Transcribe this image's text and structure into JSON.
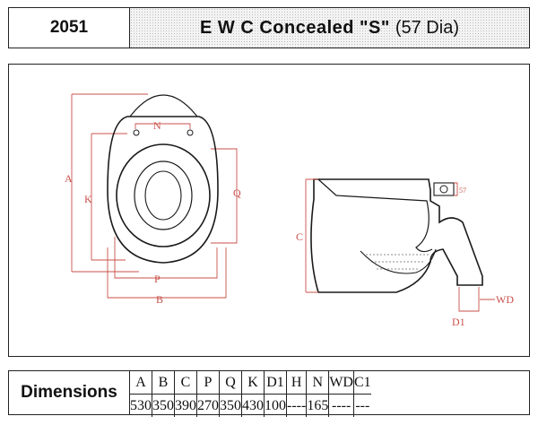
{
  "header": {
    "code": "2051",
    "title_bold": "E W C Concealed \"S\"",
    "title_light": "(57 Dia)"
  },
  "drawing": {
    "plan_labels": {
      "n": "N",
      "a": "A",
      "k": "K",
      "q": "Q",
      "p": "P",
      "b": "B"
    },
    "side_labels": {
      "c": "C",
      "dia": "57",
      "wd": "WD",
      "d1": "D1"
    },
    "colors": {
      "dimension": "#c8504a",
      "outline": "#1a1a1a"
    }
  },
  "dimensions": {
    "label": "Dimensions",
    "columns": [
      "A",
      "B",
      "C",
      "P",
      "Q",
      "K",
      "D1",
      "H",
      "N",
      "WD",
      "C1"
    ],
    "values": [
      "530",
      "350",
      "390",
      "270",
      "350",
      "430",
      "100",
      "----",
      "165",
      "----",
      "---"
    ]
  }
}
